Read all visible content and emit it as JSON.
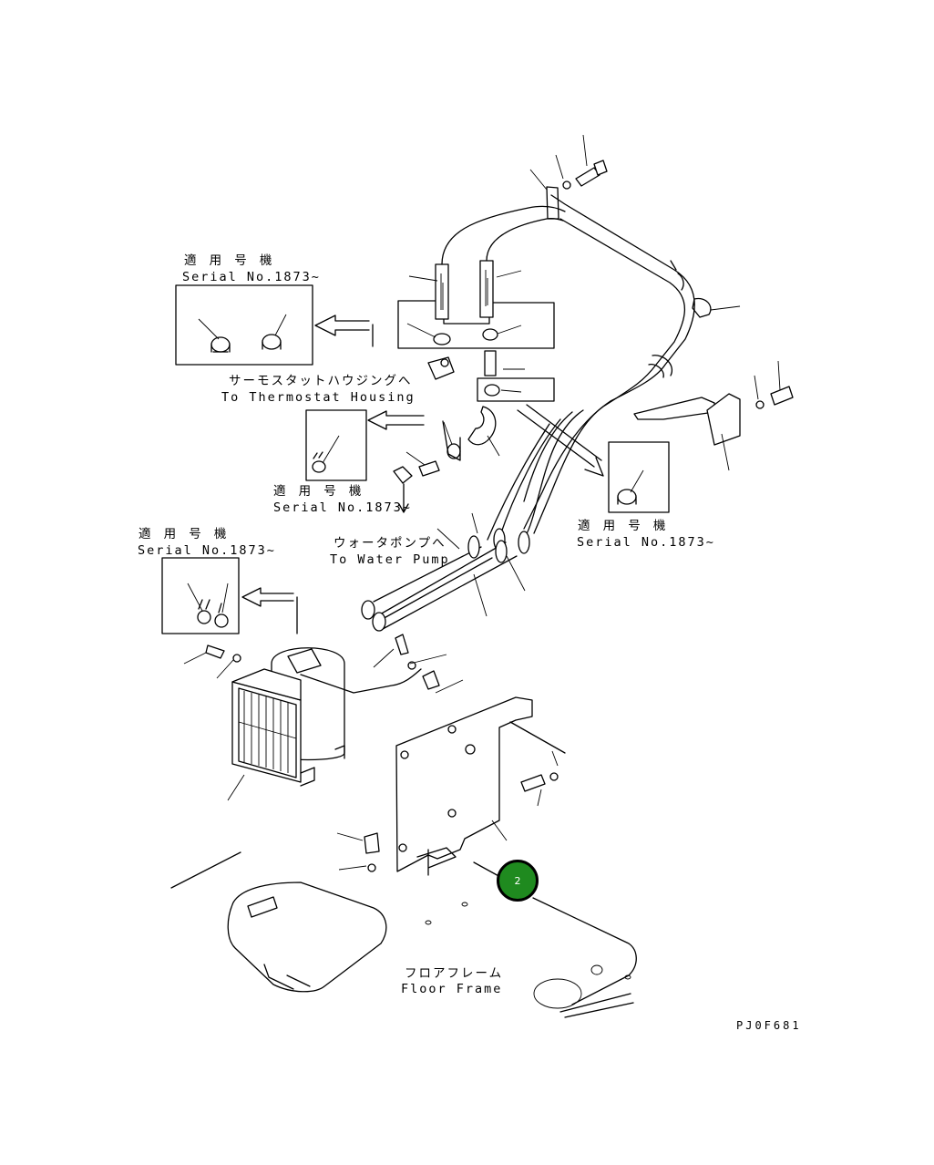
{
  "labels": {
    "serial_jp": "適 用 号 機",
    "serial_en": "Serial No.1873~",
    "thermostat_jp": "サーモスタットハウジングへ",
    "thermostat_en": "To Thermostat Housing",
    "water_pump_jp": "ウォータポンプへ",
    "water_pump_en": "To Water Pump",
    "floor_jp": "フロアフレーム",
    "floor_en": "Floor Frame",
    "drawing_code": "PJ0F681"
  },
  "callout": {
    "number": "2",
    "color": "#1f8a1f"
  }
}
